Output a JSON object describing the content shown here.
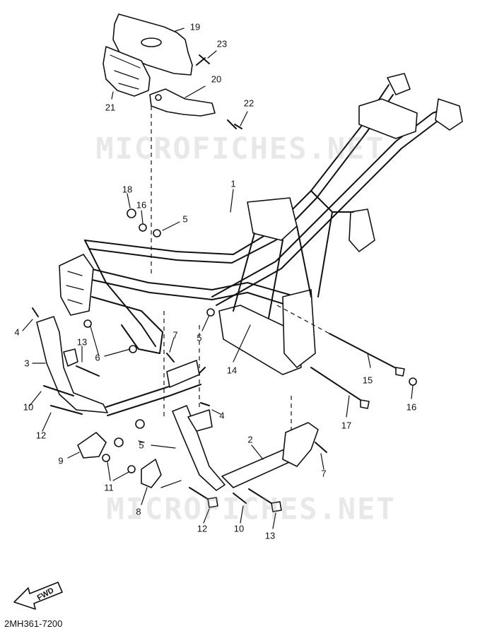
{
  "watermark": "MICROFICHES.NET",
  "drawing_code": "2MH361-7200",
  "fwd_label": "FWD",
  "callouts": {
    "c1": "1",
    "c2": "2",
    "c3": "3",
    "c4a": "4",
    "c4b": "4",
    "c5a": "5",
    "c5b": "5",
    "c5c": "5",
    "c6": "6",
    "c7a": "7",
    "c7b": "7",
    "c8": "8",
    "c9": "9",
    "c10a": "10",
    "c10b": "10",
    "c11": "11",
    "c12a": "12",
    "c12b": "12",
    "c13a": "13",
    "c13b": "13",
    "c14": "14",
    "c15": "15",
    "c16a": "16",
    "c16b": "16",
    "c17": "17",
    "c18": "18",
    "c19": "19",
    "c20": "20",
    "c21": "21",
    "c22": "22",
    "c23": "23"
  }
}
